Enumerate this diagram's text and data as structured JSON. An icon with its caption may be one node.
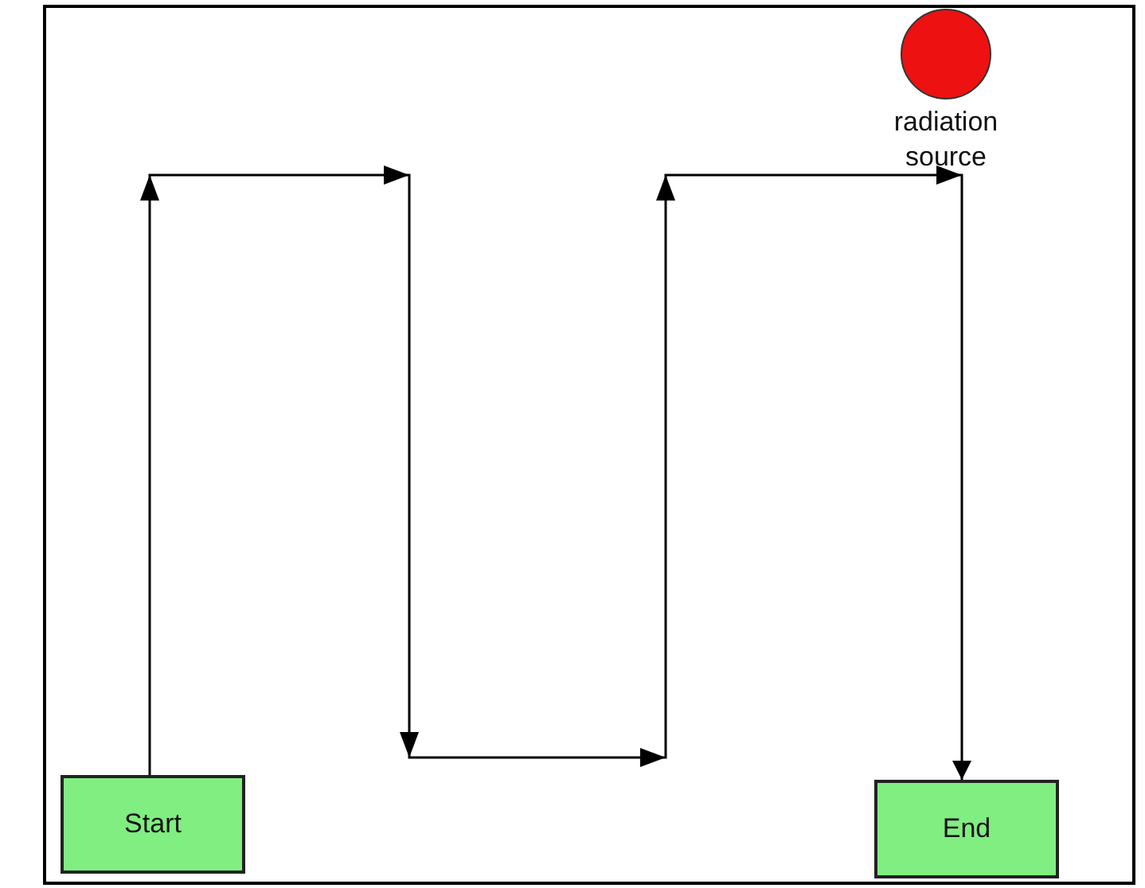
{
  "diagram": {
    "nodes": [
      {
        "text": [],
        "shape": "circle",
        "beside": [
          "radiation source"
        ]
      },
      {
        "text": [
          "Start"
        ]
      },
      {
        "text": [
          "End"
        ]
      }
    ],
    "edges": [
      {
        "from": 1,
        "to": 2,
        "arrow": "to"
      }
    ]
  }
}
